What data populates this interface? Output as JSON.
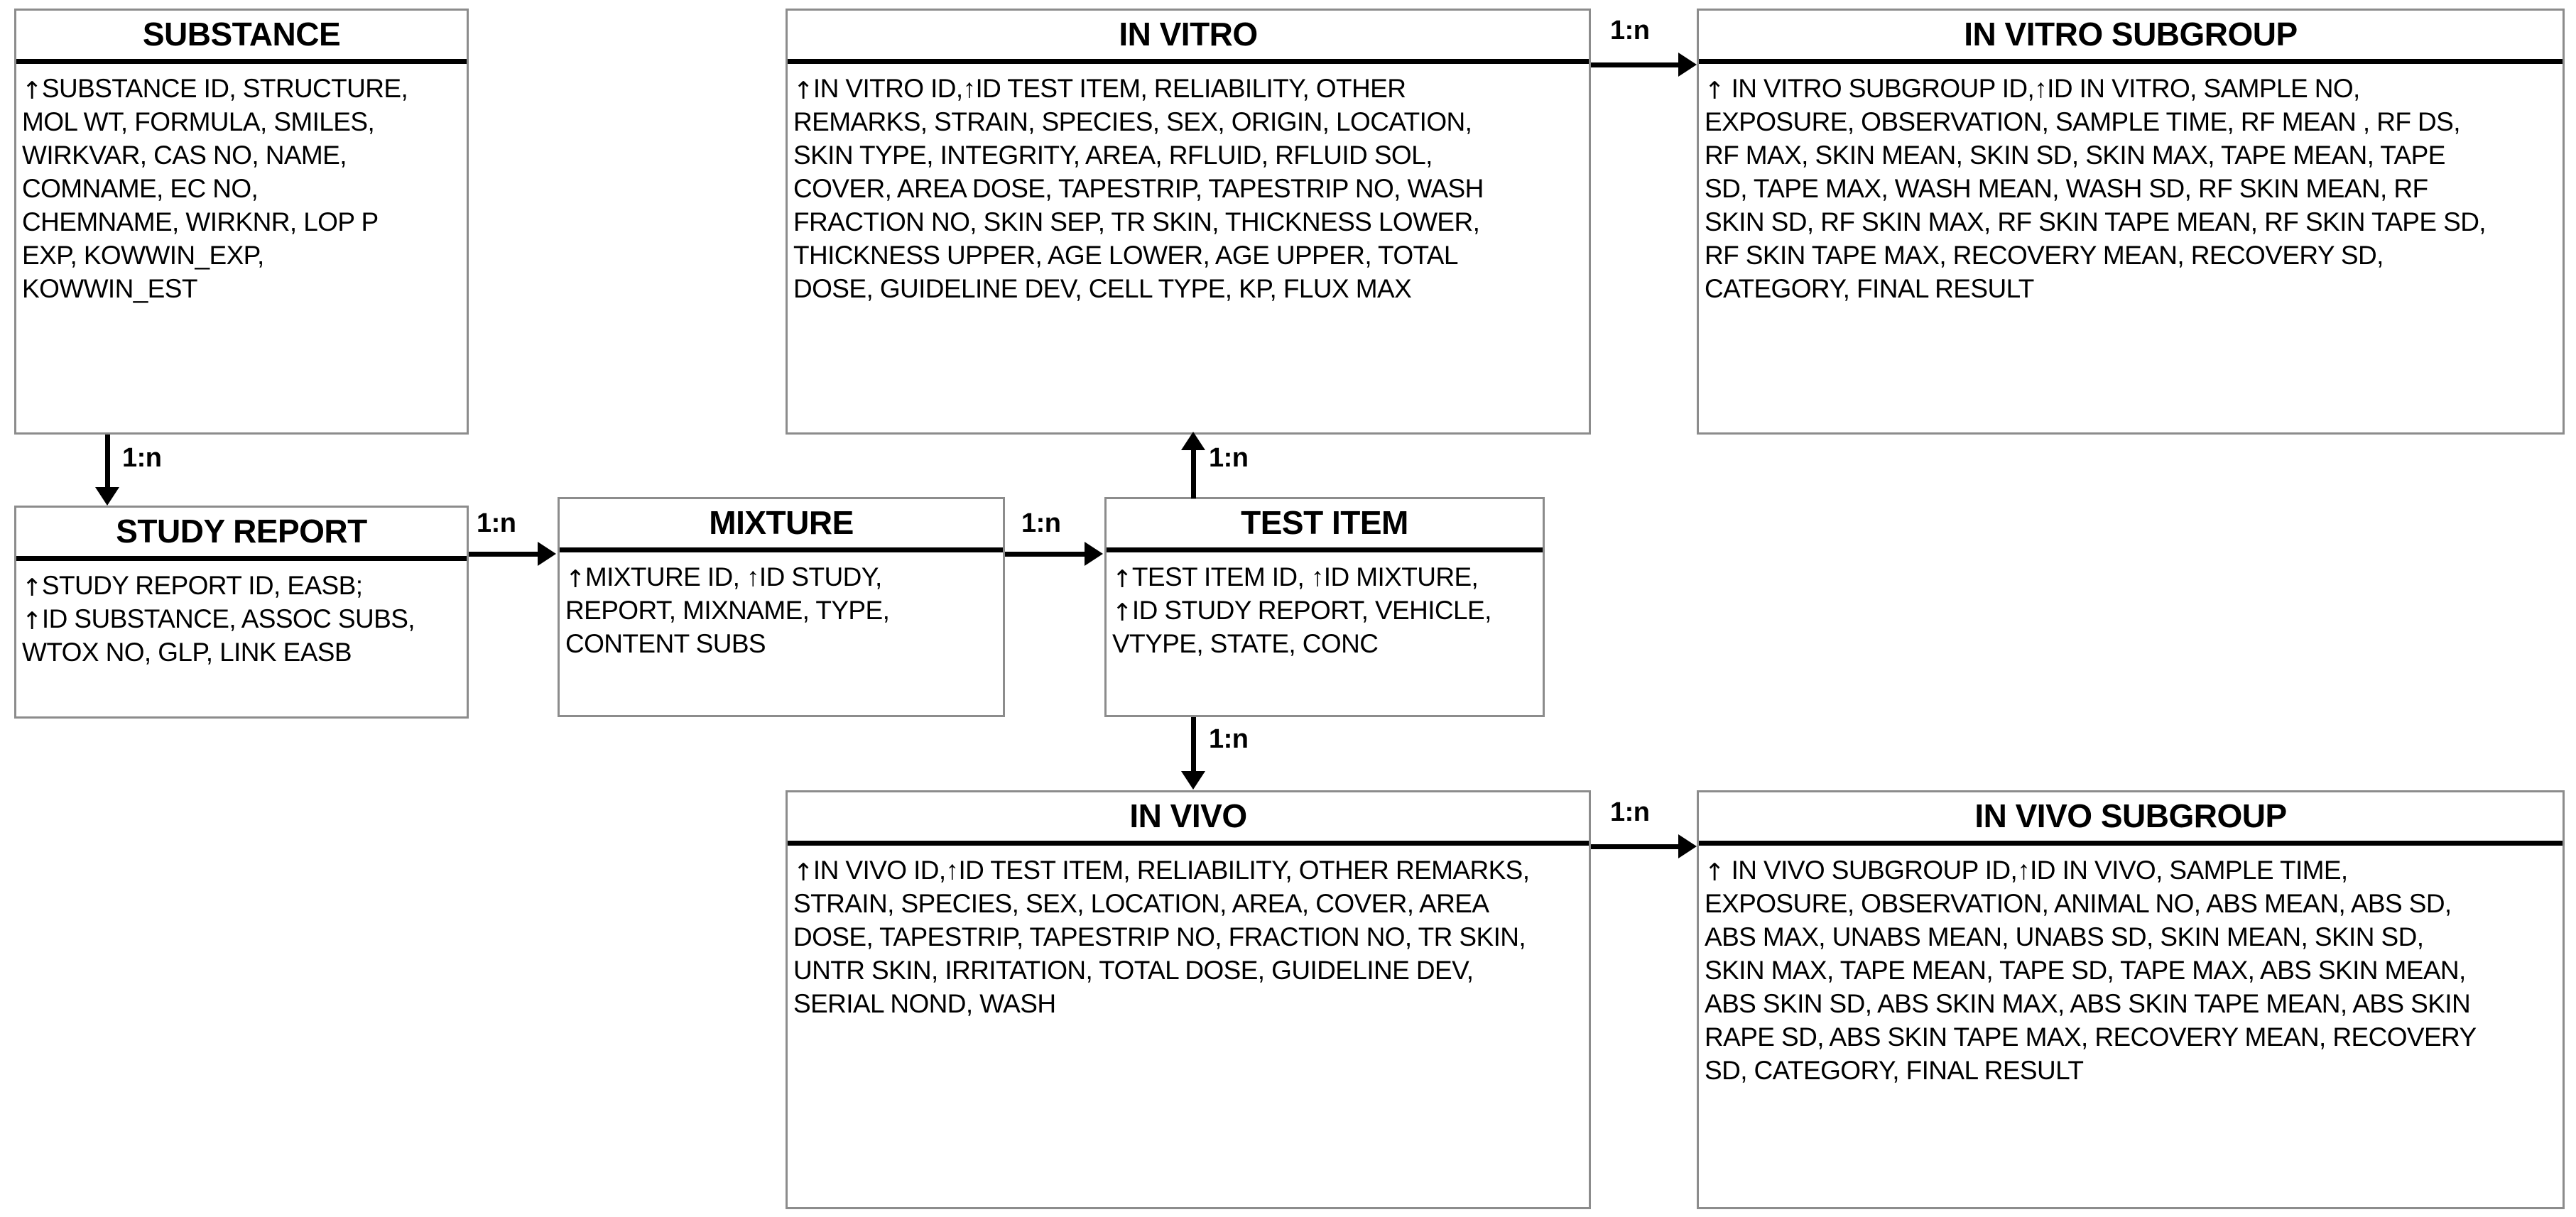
{
  "diagram": {
    "type": "entity-relationship-diagram",
    "key_marker": "↑",
    "entities": [
      {
        "id": "substance",
        "title": "SUBSTANCE",
        "lines": [
          {
            "key": true,
            "text": "SUBSTANCE ID, STRUCTURE,"
          },
          {
            "key": false,
            "text": "MOL WT, FORMULA, SMILES,"
          },
          {
            "key": false,
            "text": "WIRKVAR, CAS NO, NAME,"
          },
          {
            "key": false,
            "text": "COMNAME, EC NO,"
          },
          {
            "key": false,
            "text": "CHEMNAME, WIRKNR, LOP P"
          },
          {
            "key": false,
            "text": "EXP, KOWWIN_EXP,"
          },
          {
            "key": false,
            "text": "KOWWIN_EST"
          }
        ],
        "attributes": [
          "SUBSTANCE ID",
          "STRUCTURE",
          "MOL WT",
          "FORMULA",
          "SMILES",
          "WIRKVAR",
          "CAS NO",
          "NAME",
          "COMNAME",
          "EC NO",
          "CHEMNAME",
          "WIRKNR",
          "LOP P EXP",
          "KOWWIN_EXP",
          "KOWWIN_EST"
        ]
      },
      {
        "id": "study-report",
        "title": "STUDY REPORT",
        "lines": [
          {
            "key": true,
            "text": "STUDY REPORT ID, EASB;"
          },
          {
            "key": true,
            "text": "ID SUBSTANCE, ASSOC SUBS,"
          },
          {
            "key": false,
            "text": "WTOX NO, GLP, LINK EASB"
          }
        ],
        "attributes": [
          "STUDY REPORT ID",
          "EASB",
          "ID SUBSTANCE",
          "ASSOC SUBS",
          "WTOX NO",
          "GLP",
          "LINK EASB"
        ]
      },
      {
        "id": "mixture",
        "title": "MIXTURE",
        "lines": [
          {
            "key": true,
            "text": "MIXTURE ID, ↑ID STUDY,"
          },
          {
            "key": false,
            "text": "REPORT, MIXNAME, TYPE,"
          },
          {
            "key": false,
            "text": "CONTENT SUBS"
          }
        ],
        "attributes": [
          "MIXTURE ID",
          "ID STUDY REPORT",
          "MIXNAME",
          "TYPE",
          "CONTENT SUBS"
        ]
      },
      {
        "id": "test-item",
        "title": "TEST ITEM",
        "lines": [
          {
            "key": true,
            "text": "TEST ITEM ID, ↑ID MIXTURE,"
          },
          {
            "key": true,
            "text": "ID STUDY REPORT, VEHICLE,"
          },
          {
            "key": false,
            "text": "VTYPE, STATE, CONC"
          }
        ],
        "attributes": [
          "TEST ITEM ID",
          "ID MIXTURE",
          "ID STUDY REPORT",
          "VEHICLE",
          "VTYPE",
          "STATE",
          "CONC"
        ]
      },
      {
        "id": "in-vitro",
        "title": "IN VITRO",
        "lines": [
          {
            "key": true,
            "text": "IN VITRO ID,↑ID TEST ITEM, RELIABILITY, OTHER"
          },
          {
            "key": false,
            "text": "REMARKS, STRAIN, SPECIES, SEX, ORIGIN, LOCATION,"
          },
          {
            "key": false,
            "text": "SKIN TYPE, INTEGRITY, AREA, RFLUID, RFLUID SOL,"
          },
          {
            "key": false,
            "text": "COVER, AREA DOSE, TAPESTRIP, TAPESTRIP NO, WASH"
          },
          {
            "key": false,
            "text": "FRACTION NO, SKIN SEP, TR SKIN, THICKNESS LOWER,"
          },
          {
            "key": false,
            "text": "THICKNESS UPPER, AGE LOWER, AGE UPPER, TOTAL"
          },
          {
            "key": false,
            "text": "DOSE, GUIDELINE DEV, CELL TYPE, KP, FLUX MAX"
          }
        ],
        "attributes": [
          "IN VITRO ID",
          "ID TEST ITEM",
          "RELIABILITY",
          "OTHER REMARKS",
          "STRAIN",
          "SPECIES",
          "SEX",
          "ORIGIN",
          "LOCATION",
          "SKIN TYPE",
          "INTEGRITY",
          "AREA",
          "RFLUID",
          "RFLUID SOL",
          "COVER",
          "AREA DOSE",
          "TAPESTRIP",
          "TAPESTRIP NO",
          "WASH FRACTION NO",
          "SKIN SEP",
          "TR SKIN",
          "THICKNESS LOWER",
          "THICKNESS UPPER",
          "AGE LOWER",
          "AGE UPPER",
          "TOTAL DOSE",
          "GUIDELINE DEV",
          "CELL TYPE",
          "KP",
          "FLUX MAX"
        ]
      },
      {
        "id": "in-vitro-subgroup",
        "title": "IN VITRO SUBGROUP",
        "lines": [
          {
            "key": true,
            "text": " IN VITRO SUBGROUP ID,↑ID IN VITRO, SAMPLE NO,"
          },
          {
            "key": false,
            "text": "EXPOSURE, OBSERVATION, SAMPLE TIME, RF MEAN , RF DS,"
          },
          {
            "key": false,
            "text": "RF MAX, SKIN MEAN, SKIN SD, SKIN MAX, TAPE MEAN, TAPE"
          },
          {
            "key": false,
            "text": "SD, TAPE MAX, WASH MEAN, WASH SD, RF SKIN MEAN, RF"
          },
          {
            "key": false,
            "text": "SKIN SD, RF SKIN MAX, RF SKIN TAPE MEAN, RF SKIN TAPE SD,"
          },
          {
            "key": false,
            "text": "RF SKIN TAPE MAX, RECOVERY MEAN, RECOVERY SD,"
          },
          {
            "key": false,
            "text": "CATEGORY, FINAL RESULT"
          }
        ],
        "attributes": [
          "IN VITRO SUBGROUP ID",
          "ID IN VITRO",
          "SAMPLE NO",
          "EXPOSURE",
          "OBSERVATION",
          "SAMPLE TIME",
          "RF MEAN",
          "RF DS",
          "RF MAX",
          "SKIN MEAN",
          "SKIN SD",
          "SKIN MAX",
          "TAPE MEAN",
          "TAPE SD",
          "TAPE MAX",
          "WASH MEAN",
          "WASH SD",
          "RF SKIN MEAN",
          "RF SKIN SD",
          "RF SKIN MAX",
          "RF SKIN TAPE MEAN",
          "RF SKIN TAPE SD",
          "RF SKIN TAPE MAX",
          "RECOVERY MEAN",
          "RECOVERY SD",
          "CATEGORY",
          "FINAL RESULT"
        ]
      },
      {
        "id": "in-vivo",
        "title": "IN VIVO",
        "lines": [
          {
            "key": true,
            "text": "IN VIVO ID,↑ID TEST ITEM, RELIABILITY, OTHER REMARKS,"
          },
          {
            "key": false,
            "text": "STRAIN, SPECIES, SEX, LOCATION, AREA, COVER, AREA"
          },
          {
            "key": false,
            "text": "DOSE, TAPESTRIP, TAPESTRIP NO, FRACTION NO, TR SKIN,"
          },
          {
            "key": false,
            "text": "UNTR SKIN, IRRITATION, TOTAL DOSE, GUIDELINE DEV,"
          },
          {
            "key": false,
            "text": "SERIAL NOND, WASH"
          }
        ],
        "attributes": [
          "IN VIVO ID",
          "ID TEST ITEM",
          "RELIABILITY",
          "OTHER REMARKS",
          "STRAIN",
          "SPECIES",
          "SEX",
          "LOCATION",
          "AREA",
          "COVER",
          "AREA DOSE",
          "TAPESTRIP",
          "TAPESTRIP NO",
          "FRACTION NO",
          "TR SKIN",
          "UNTR SKIN",
          "IRRITATION",
          "TOTAL DOSE",
          "GUIDELINE DEV",
          "SERIAL NOND",
          "WASH"
        ]
      },
      {
        "id": "in-vivo-subgroup",
        "title": "IN VIVO SUBGROUP",
        "lines": [
          {
            "key": true,
            "text": " IN VIVO SUBGROUP ID,↑ID IN VIVO, SAMPLE TIME,"
          },
          {
            "key": false,
            "text": "EXPOSURE, OBSERVATION, ANIMAL NO, ABS MEAN, ABS SD,"
          },
          {
            "key": false,
            "text": "ABS MAX, UNABS MEAN, UNABS SD, SKIN MEAN, SKIN SD,"
          },
          {
            "key": false,
            "text": "SKIN MAX, TAPE MEAN, TAPE SD, TAPE MAX, ABS SKIN MEAN,"
          },
          {
            "key": false,
            "text": "ABS SKIN SD, ABS SKIN MAX, ABS SKIN TAPE MEAN, ABS SKIN"
          },
          {
            "key": false,
            "text": "RAPE SD, ABS SKIN TAPE MAX,  RECOVERY MEAN, RECOVERY"
          },
          {
            "key": false,
            "text": "SD, CATEGORY, FINAL RESULT"
          }
        ],
        "attributes": [
          "IN VIVO SUBGROUP ID",
          "ID IN VIVO",
          "SAMPLE TIME",
          "EXPOSURE",
          "OBSERVATION",
          "ANIMAL NO",
          "ABS MEAN",
          "ABS SD",
          "ABS MAX",
          "UNABS MEAN",
          "UNABS SD",
          "SKIN MEAN",
          "SKIN SD",
          "SKIN MAX",
          "TAPE MEAN",
          "TAPE SD",
          "TAPE MAX",
          "ABS SKIN MEAN",
          "ABS SKIN SD",
          "ABS SKIN MAX",
          "ABS SKIN TAPE MEAN",
          "ABS SKIN RAPE SD",
          "ABS SKIN TAPE MAX",
          "RECOVERY MEAN",
          "RECOVERY SD",
          "CATEGORY",
          "FINAL RESULT"
        ]
      }
    ],
    "relationships": [
      {
        "id": "substance-study-report",
        "from": "SUBSTANCE",
        "to": "STUDY REPORT",
        "label": "1:n",
        "direction": "down"
      },
      {
        "id": "study-report-mixture",
        "from": "STUDY REPORT",
        "to": "MIXTURE",
        "label": "1:n",
        "direction": "right"
      },
      {
        "id": "mixture-test-item",
        "from": "MIXTURE",
        "to": "TEST ITEM",
        "label": "1:n",
        "direction": "right"
      },
      {
        "id": "test-item-in-vitro",
        "from": "TEST ITEM",
        "to": "IN VITRO",
        "label": "1:n",
        "direction": "up"
      },
      {
        "id": "test-item-in-vivo",
        "from": "TEST ITEM",
        "to": "IN VIVO",
        "label": "1:n",
        "direction": "down"
      },
      {
        "id": "in-vitro-in-vitro-subgroup",
        "from": "IN VITRO",
        "to": "IN VITRO SUBGROUP",
        "label": "1:n",
        "direction": "right"
      },
      {
        "id": "in-vivo-in-vivo-subgroup",
        "from": "IN VIVO",
        "to": "IN VIVO SUBGROUP",
        "label": "1:n",
        "direction": "right"
      }
    ]
  },
  "colors": {
    "line": "#000000",
    "border": "#8c8c8c",
    "background": "#ffffff",
    "text": "#000000"
  }
}
